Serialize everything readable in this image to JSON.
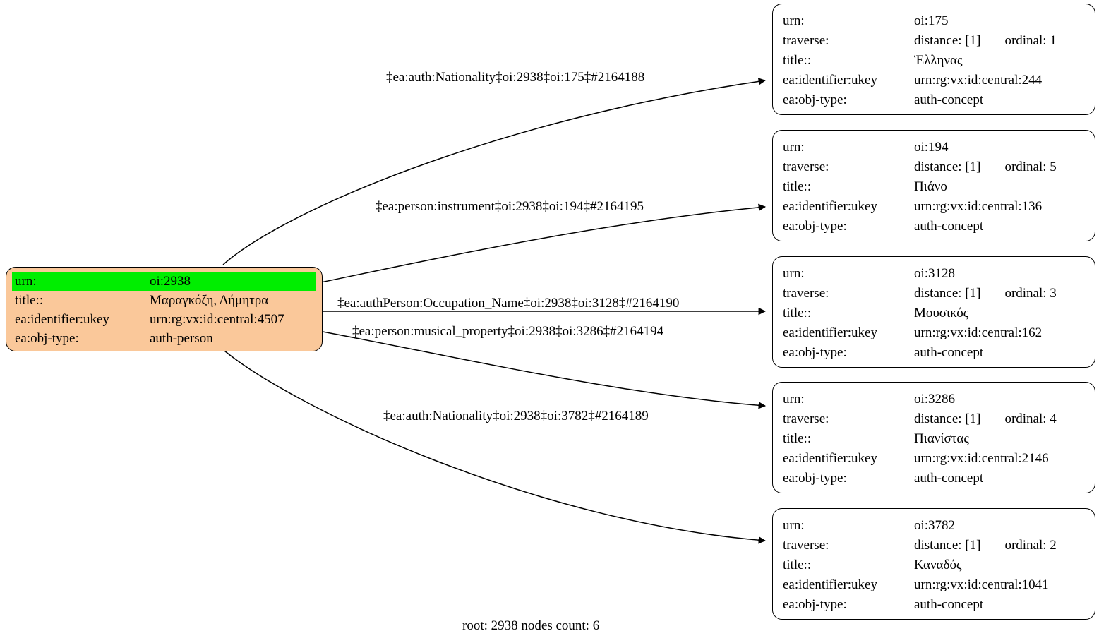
{
  "graph": {
    "caption": "root: 2938 nodes count: 6",
    "colors": {
      "root_fill": "#fac89a",
      "highlight": "#00ee00",
      "node_fill": "#ffffff",
      "stroke": "#000000"
    },
    "root_node": {
      "rows": [
        {
          "key": "urn:",
          "value": "oi:2938",
          "highlight": true
        },
        {
          "key": "title::",
          "value": "Μαραγκόζη, Δήμητρα",
          "highlight": false
        },
        {
          "key": "ea:identifier:ukey",
          "value": "urn:rg:vx:id:central:4507",
          "highlight": false
        },
        {
          "key": "ea:obj-type:",
          "value": "auth-person",
          "highlight": false
        }
      ]
    },
    "leaf_nodes": [
      {
        "id": "oi-175",
        "rows": [
          {
            "key": "urn:",
            "value": "oi:175"
          },
          {
            "key": "traverse:",
            "value": "distance: [1]",
            "value2": "ordinal: 1"
          },
          {
            "key": "title::",
            "value": "Ἑλληνας"
          },
          {
            "key": "ea:identifier:ukey",
            "value": "urn:rg:vx:id:central:244"
          },
          {
            "key": "ea:obj-type:",
            "value": "auth-concept"
          }
        ]
      },
      {
        "id": "oi-194",
        "rows": [
          {
            "key": "urn:",
            "value": "oi:194"
          },
          {
            "key": "traverse:",
            "value": "distance: [1]",
            "value2": "ordinal: 5"
          },
          {
            "key": "title::",
            "value": "Πιάνο"
          },
          {
            "key": "ea:identifier:ukey",
            "value": "urn:rg:vx:id:central:136"
          },
          {
            "key": "ea:obj-type:",
            "value": "auth-concept"
          }
        ]
      },
      {
        "id": "oi-3128",
        "rows": [
          {
            "key": "urn:",
            "value": "oi:3128"
          },
          {
            "key": "traverse:",
            "value": "distance: [1]",
            "value2": "ordinal: 3"
          },
          {
            "key": "title::",
            "value": "Μουσικός"
          },
          {
            "key": "ea:identifier:ukey",
            "value": "urn:rg:vx:id:central:162"
          },
          {
            "key": "ea:obj-type:",
            "value": "auth-concept"
          }
        ]
      },
      {
        "id": "oi-3286",
        "rows": [
          {
            "key": "urn:",
            "value": "oi:3286"
          },
          {
            "key": "traverse:",
            "value": "distance: [1]",
            "value2": "ordinal: 4"
          },
          {
            "key": "title::",
            "value": "Πιανίστας"
          },
          {
            "key": "ea:identifier:ukey",
            "value": "urn:rg:vx:id:central:2146"
          },
          {
            "key": "ea:obj-type:",
            "value": "auth-concept"
          }
        ]
      },
      {
        "id": "oi-3782",
        "rows": [
          {
            "key": "urn:",
            "value": "oi:3782"
          },
          {
            "key": "traverse:",
            "value": "distance: [1]",
            "value2": "ordinal: 2"
          },
          {
            "key": "title::",
            "value": "Καναδός"
          },
          {
            "key": "ea:identifier:ukey",
            "value": "urn:rg:vx:id:central:1041"
          },
          {
            "key": "ea:obj-type:",
            "value": "auth-concept"
          }
        ]
      }
    ],
    "edges": [
      {
        "id": "edge-1",
        "label": "‡ea:auth:Nationality‡oi:2938‡oi:175‡#2164188"
      },
      {
        "id": "edge-2",
        "label": "‡ea:person:instrument‡oi:2938‡oi:194‡#2164195"
      },
      {
        "id": "edge-3",
        "label": "‡ea:authPerson:Occupation_Name‡oi:2938‡oi:3128‡#2164190"
      },
      {
        "id": "edge-4",
        "label": "‡ea:person:musical_property‡oi:2938‡oi:3286‡#2164194"
      },
      {
        "id": "edge-5",
        "label": "‡ea:auth:Nationality‡oi:2938‡oi:3782‡#2164189"
      }
    ]
  }
}
